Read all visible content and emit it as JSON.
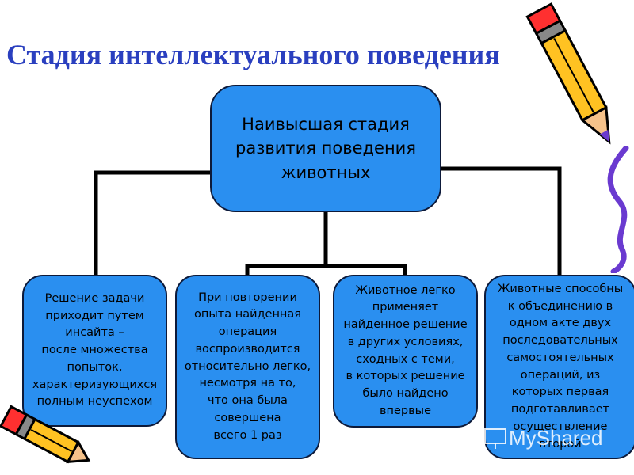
{
  "title": "Стадия интеллектуального поведения",
  "root": {
    "label": "Наивысшая стадия\nразвития поведения\nживотных"
  },
  "children": [
    {
      "label": "Решение задачи\nприходит путем\nинсайта –\nпосле множества\nпопыток,\nхарактеризующихся\nполным неуспехом"
    },
    {
      "label": "При повторении\nопыта найденная\nоперация\nвоспроизводится\nотносительно легко,\nнесмотря на то,\nчто она была\nсовершена\nвсего 1 раз"
    },
    {
      "label": "Животное легко\nприменяет\nнайденное решение\nв других условиях,\nсходных с теми,\nв которых решение\nбыло найдено\nвпервые"
    },
    {
      "label": "Животные способны\nк объединению в\nодном акте двух\nпоследовательных\nсамостоятельных\nопераций, из\nкоторых первая\nподготавливает\nосуществление\nвторой"
    }
  ],
  "watermark": "MyShared",
  "colors": {
    "title": "#2a3fbf",
    "box": "#2a8ff0",
    "connector": "#000000"
  },
  "icons": [
    "pencil-decoration-top",
    "pencil-decoration-bottom",
    "purple-squiggle"
  ]
}
